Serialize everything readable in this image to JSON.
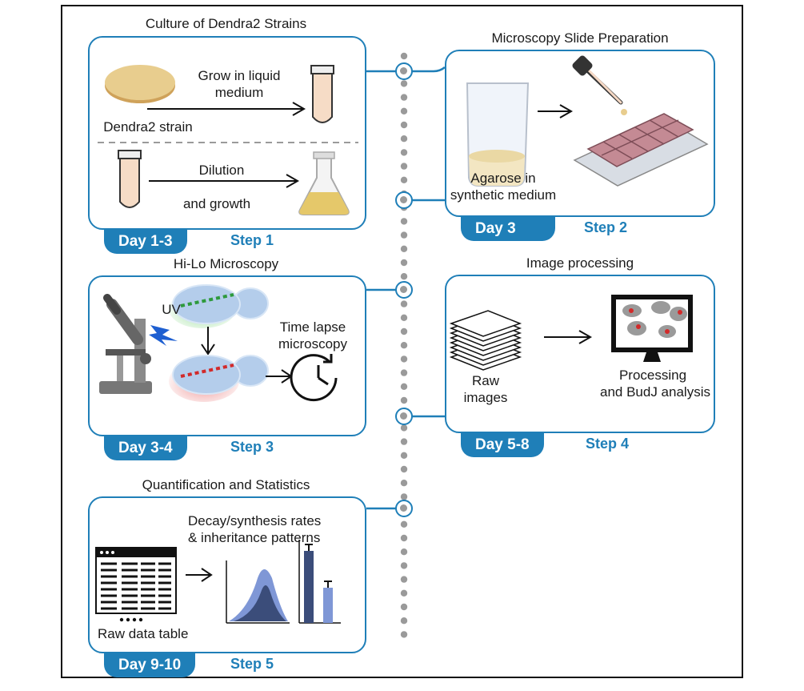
{
  "steps": [
    {
      "title": "Culture of Dendra2 Strains",
      "day": "Day 1-3",
      "step": "Step 1",
      "labels": {
        "grow": "Grow in liquid medium",
        "strain": "Dendra2 strain",
        "dilution": "Dilution",
        "growth": "and growth"
      }
    },
    {
      "title": "Microscopy Slide Preparation",
      "day": "Day 3",
      "step": "Step 2",
      "labels": {
        "agarose": "Agarose in synthetic medium"
      }
    },
    {
      "title": "Hi-Lo Microscopy",
      "day": "Day 3-4",
      "step": "Step 3",
      "labels": {
        "uv": "UV",
        "timelapse": "Time lapse microscopy"
      }
    },
    {
      "title": "Image processing",
      "day": "Day 5-8",
      "step": "Step 4",
      "labels": {
        "raw_images": "Raw images",
        "processing": "Processing and BudJ analysis"
      }
    },
    {
      "title": "Quantification and Statistics",
      "day": "Day 9-10",
      "step": "Step 5",
      "labels": {
        "rates": "Decay/synthesis rates & inheritance patterns",
        "raw_table": "Raw data table"
      }
    }
  ],
  "colors": {
    "accent": "#1f7fb8",
    "timeline_dot": "#9a9a9a",
    "green_dots": "#2e9a3c",
    "red_dots": "#d22a2a",
    "chart_dark": "#3b4d7a",
    "chart_light": "#7f97d6"
  }
}
